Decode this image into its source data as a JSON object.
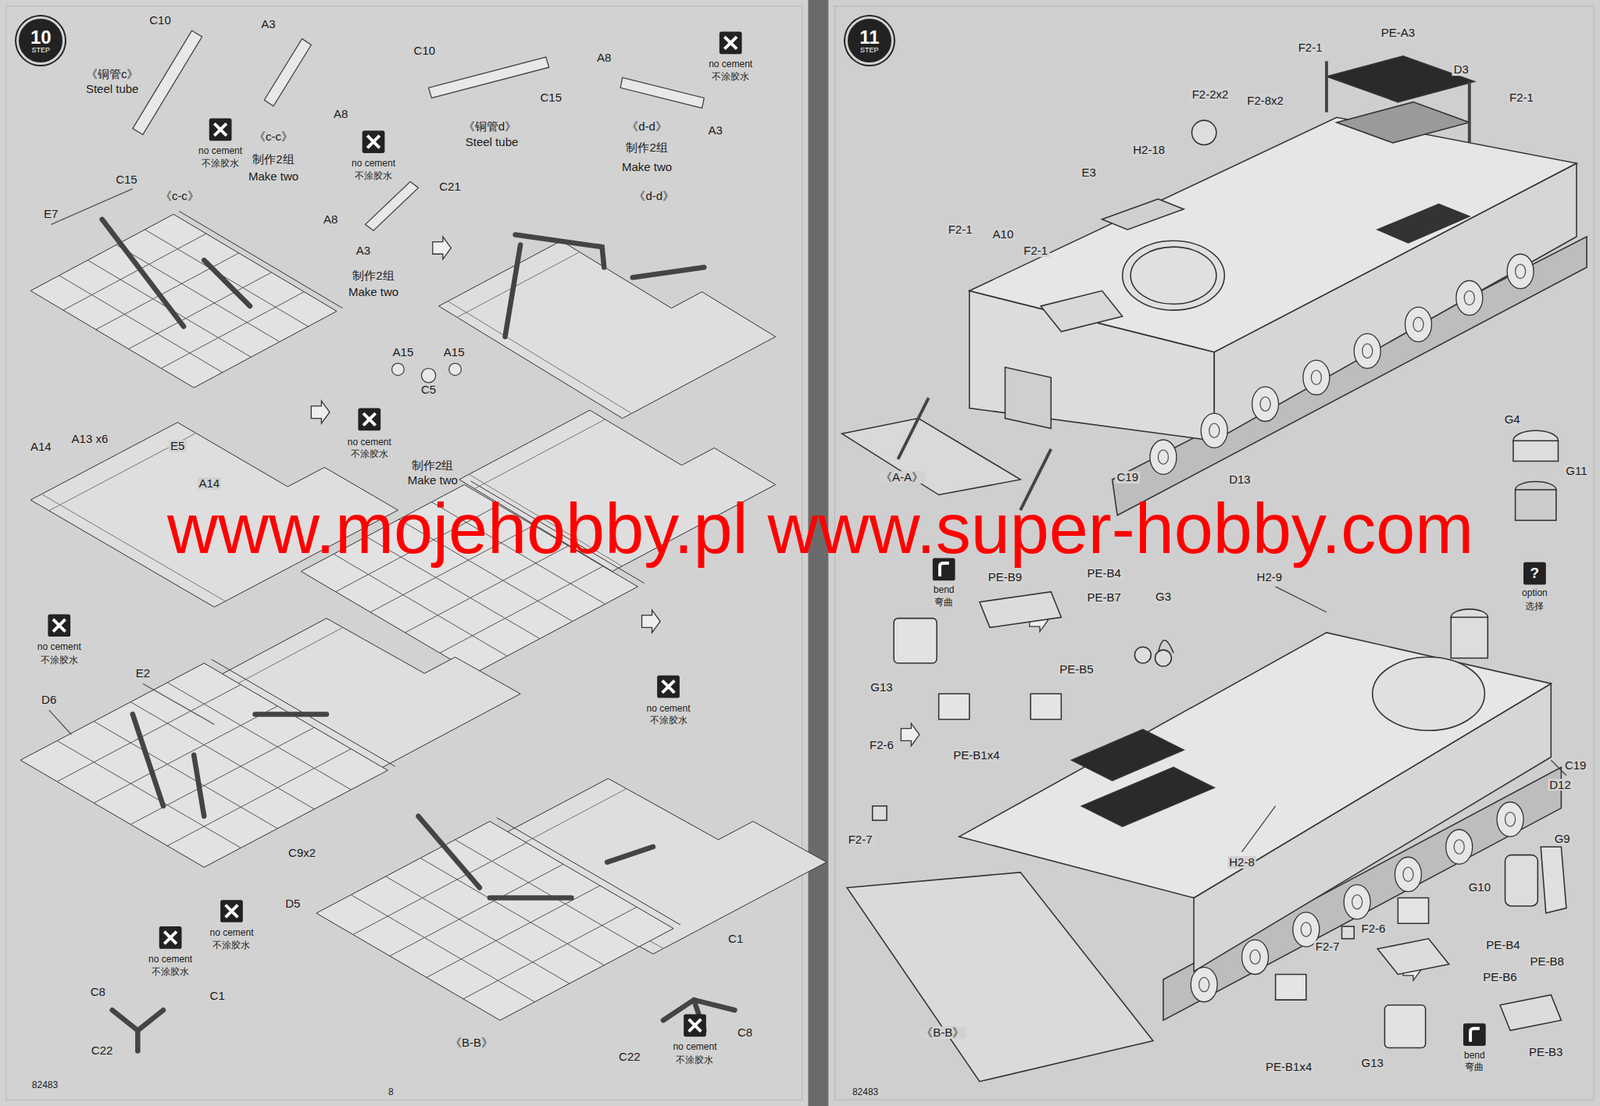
{
  "diagram": {
    "nodes": [
      {
        "text": [
          "10",
          "STEP"
        ]
      },
      {
        "text": [
          "11",
          "STEP"
        ]
      }
    ],
    "labels": [
      "C10",
      "《铜管c》",
      "Steel tube",
      "C15",
      "A3",
      "A8",
      "no cement",
      "不涂胶水",
      "《c-c》",
      "制作2组",
      "Make two",
      "C10",
      "C15",
      "《铜管d》",
      "Steel tube",
      "A8",
      "no cement",
      "不涂胶水",
      "A3",
      "《d-d》",
      "制作2组",
      "Make two",
      "no cement",
      "不涂胶水",
      "C21",
      "A8",
      "A3",
      "制作2组",
      "Make two",
      "《c-c》",
      "E7",
      "《d-d》",
      "A15",
      "C5",
      "A15",
      "no cement",
      "不涂胶水",
      "E5",
      "A13 x6",
      "A14",
      "A14",
      "制作2组",
      "Make two",
      "no cement",
      "不涂胶水",
      "E2",
      "D6",
      "no cement",
      "不涂胶水",
      "C9x2",
      "D5",
      "no cement",
      "不涂胶水",
      "no cement",
      "不涂胶水",
      "C1",
      "C8",
      "C22",
      "《B-B》",
      "C1",
      "C22",
      "C8",
      "no cement",
      "不涂胶水",
      "82483",
      "8",
      "PE-A3",
      "F2-1",
      "D3",
      "F2-2x2",
      "F2-8x2",
      "F2-1",
      "H2-18",
      "E3",
      "F2-1",
      "A10",
      "F2-1",
      "D13",
      "C19",
      "G4",
      "G11",
      "《A-A》",
      "bend",
      "弯曲",
      "?",
      "option",
      "选择",
      "PE-B9",
      "PE-B4",
      "PE-B7",
      "H2-9",
      "G3",
      "PE-B5",
      "G13",
      "PE-B1x4",
      "F2-6",
      "F2-7",
      "C19",
      "D12",
      "H2-8",
      "G9",
      "G10",
      "F2-7",
      "F2-6",
      "PE-B4",
      "PE-B8",
      "PE-B6",
      "PE-B3",
      "bend",
      "弯曲",
      "《B-B》",
      "PE-B1x4",
      "G13",
      "82483",
      "www.mojehobby.pl www.super-hobby.com"
    ]
  }
}
